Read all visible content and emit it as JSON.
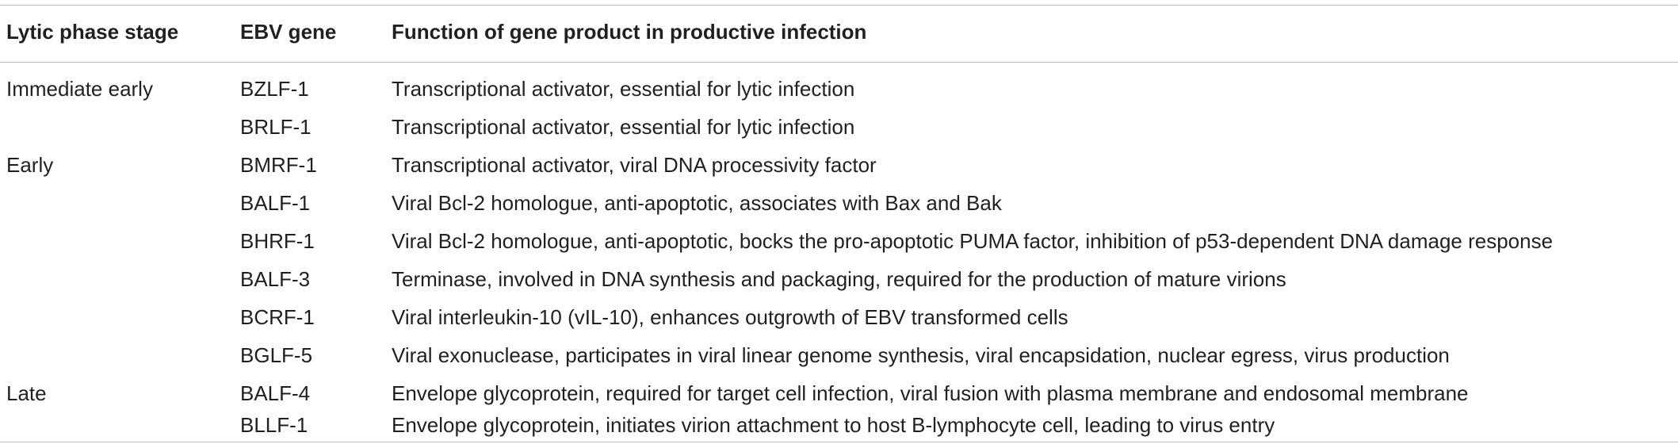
{
  "table": {
    "headers": {
      "stage": "Lytic phase stage",
      "gene": "EBV gene",
      "function": "Function of gene product in productive infection"
    },
    "rows": [
      {
        "stage": "Immediate early",
        "gene": "BZLF-1",
        "function": "Transcriptional activator, essential for lytic infection"
      },
      {
        "stage": "",
        "gene": "BRLF-1",
        "function": "Transcriptional activator, essential for lytic infection"
      },
      {
        "stage": "Early",
        "gene": "BMRF-1",
        "function": "Transcriptional activator, viral DNA processivity factor"
      },
      {
        "stage": "",
        "gene": "BALF-1",
        "function": "Viral Bcl-2 homologue, anti-apoptotic, associates with Bax and Bak"
      },
      {
        "stage": "",
        "gene": "BHRF-1",
        "function": "Viral Bcl-2 homologue, anti-apoptotic, bocks the pro-apoptotic PUMA factor, inhibition of p53-dependent DNA damage response"
      },
      {
        "stage": "",
        "gene": "BALF-3",
        "function": "Terminase, involved in DNA synthesis and packaging, required for the production of mature virions"
      },
      {
        "stage": "",
        "gene": "BCRF-1",
        "function": "Viral interleukin-10 (vIL-10), enhances outgrowth of EBV transformed cells"
      },
      {
        "stage": "",
        "gene": "BGLF-5",
        "function": "Viral exonuclease, participates in viral linear genome synthesis, viral encapsidation, nuclear egress, virus production"
      },
      {
        "stage": "Late",
        "gene": "BALF-4",
        "function": "Envelope glycoprotein, required for target cell infection, viral fusion with plasma membrane and endosomal membrane"
      },
      {
        "stage": "",
        "gene": "BLLF-1",
        "function": "Envelope glycoprotein, initiates virion attachment to host B-lymphocyte cell, leading to virus entry"
      }
    ]
  }
}
